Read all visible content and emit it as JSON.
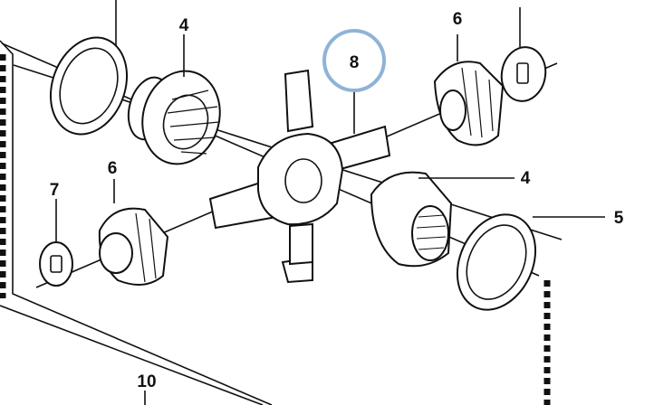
{
  "diagram": {
    "callouts": [
      {
        "id": "c4-top",
        "text": "4"
      },
      {
        "id": "c6-top",
        "text": "6"
      },
      {
        "id": "c8",
        "text": "8",
        "highlighted": true
      },
      {
        "id": "c6-left",
        "text": "6"
      },
      {
        "id": "c7",
        "text": "7"
      },
      {
        "id": "c4-right",
        "text": "4"
      },
      {
        "id": "c5",
        "text": "5"
      },
      {
        "id": "c10",
        "text": "10"
      }
    ],
    "parts": [
      {
        "name": "thrust-washer-top-left"
      },
      {
        "name": "side-gear-top-left"
      },
      {
        "name": "pinion-gear-top-right"
      },
      {
        "name": "small-washer-top-right"
      },
      {
        "name": "spider-cross-shaft"
      },
      {
        "name": "pinion-gear-left"
      },
      {
        "name": "small-washer-left"
      },
      {
        "name": "side-gear-right"
      },
      {
        "name": "thrust-washer-right"
      },
      {
        "name": "housing-outline-dashed"
      }
    ],
    "colors": {
      "ink": "#111111",
      "highlight_ring": "#8fb3d6",
      "background": "#ffffff"
    }
  }
}
